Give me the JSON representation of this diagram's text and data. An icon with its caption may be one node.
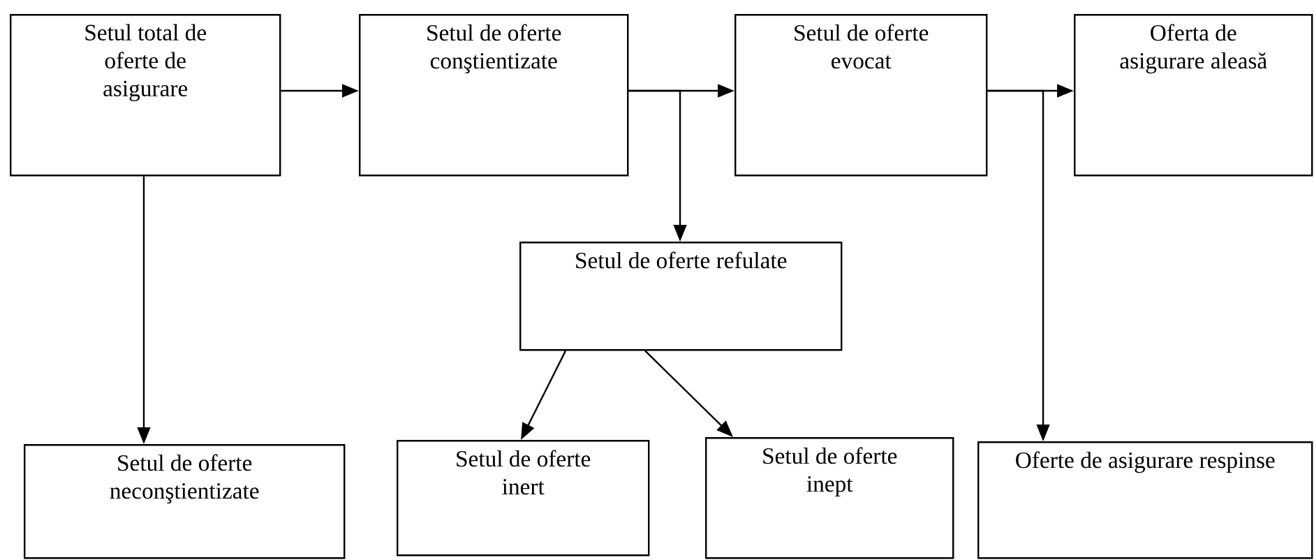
{
  "diagram": {
    "nodes": [
      {
        "text": [
          "Setul total de oferte de asigurare"
        ]
      },
      {
        "text": [
          "Setul de oferte conştientizate"
        ]
      },
      {
        "text": [
          "Setul de oferte evocat"
        ]
      },
      {
        "text": [
          "Oferta de asigurare aleasă"
        ]
      },
      {
        "text": [
          "Setul de oferte refulate"
        ]
      },
      {
        "text": [
          "Setul de oferte neconştientizate"
        ]
      },
      {
        "text": [
          "Setul de oferte inert"
        ]
      },
      {
        "text": [
          "Setul de oferte inept"
        ]
      },
      {
        "text": [
          "Oferte de asigurare respinse"
        ]
      }
    ],
    "edges": [
      {
        "from": 0,
        "to": 1,
        "arrow": "to"
      },
      {
        "from": 1,
        "to": 2,
        "arrow": "to"
      },
      {
        "from": 1,
        "to": 4,
        "arrow": "to"
      },
      {
        "from": 2,
        "to": 3,
        "arrow": "to"
      },
      {
        "from": 2,
        "to": 8,
        "arrow": "to"
      },
      {
        "from": 0,
        "to": 5,
        "arrow": "to"
      },
      {
        "from": 4,
        "to": 6,
        "arrow": "to"
      },
      {
        "from": 4,
        "to": 7,
        "arrow": "to"
      }
    ]
  }
}
